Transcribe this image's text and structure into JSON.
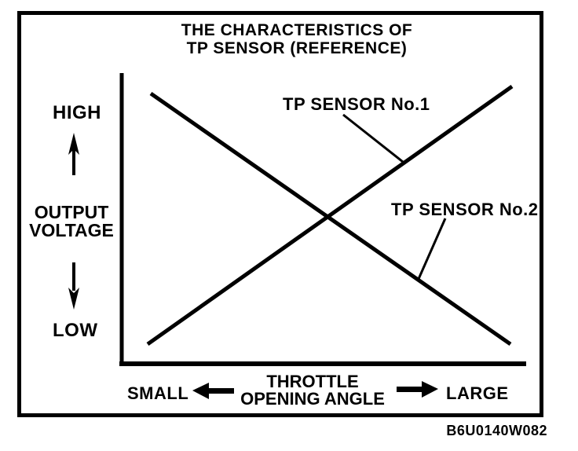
{
  "figure": {
    "title_line1": "THE CHARACTERISTICS OF",
    "title_line2": "TP SENSOR (REFERENCE)",
    "y_axis": {
      "high": "HIGH",
      "label_line1": "OUTPUT",
      "label_line2": "VOLTAGE",
      "low": "LOW"
    },
    "x_axis": {
      "small": "SMALL",
      "label_line1": "THROTTLE",
      "label_line2": "OPENING ANGLE",
      "large": "LARGE"
    },
    "series1_label": "TP SENSOR No.1",
    "series2_label": "TP SENSOR No.2",
    "figure_code": "B6U0140W082",
    "colors": {
      "ink": "#000000",
      "paper": "#ffffff"
    }
  },
  "chart_data": {
    "type": "line",
    "title": "THE CHARACTERISTICS OF TP SENSOR (REFERENCE)",
    "xlabel": "THROTTLE OPENING ANGLE",
    "ylabel": "OUTPUT VOLTAGE",
    "x_axis_qualitative": {
      "min_label": "SMALL",
      "max_label": "LARGE"
    },
    "y_axis_qualitative": {
      "min_label": "LOW",
      "max_label": "HIGH"
    },
    "axis_numeric_ticks": false,
    "grid": false,
    "legend_position": "inline-annotations-with-leader-lines",
    "series": [
      {
        "name": "TP SENSOR No.1",
        "trend": "rising",
        "x_norm": [
          0.0,
          1.0
        ],
        "y_norm": [
          0.08,
          0.95
        ]
      },
      {
        "name": "TP SENSOR No.2",
        "trend": "falling",
        "x_norm": [
          0.0,
          1.0
        ],
        "y_norm": [
          0.92,
          0.08
        ]
      }
    ],
    "crossing_point_norm": {
      "x": 0.49,
      "y": 0.5
    }
  }
}
